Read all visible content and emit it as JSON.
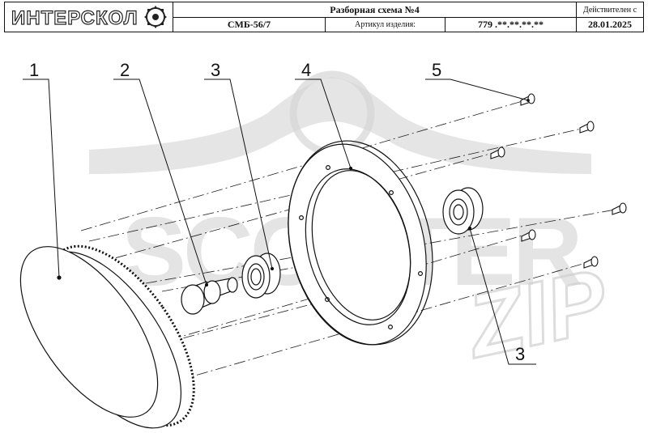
{
  "header": {
    "logo_text": "ИНТЕРСКОЛ",
    "title": "Разборная схема №4",
    "model": "СМБ-56/7",
    "article_label": "Артикул изделия:",
    "article_value": "779 .**.**.**.**",
    "valid_label": "Действителен с",
    "valid_date": "28.01.2025"
  },
  "watermark": {
    "text_main": "SCOOTER",
    "text_zip": "ZIP"
  },
  "callouts": {
    "c1": "1",
    "c2": "2",
    "c3": "3",
    "c4": "4",
    "c5": "5",
    "c3b": "3"
  },
  "colors": {
    "line": "#111111",
    "watermark": "#d9d9d9",
    "watermark_dark": "#cfcfcf"
  }
}
